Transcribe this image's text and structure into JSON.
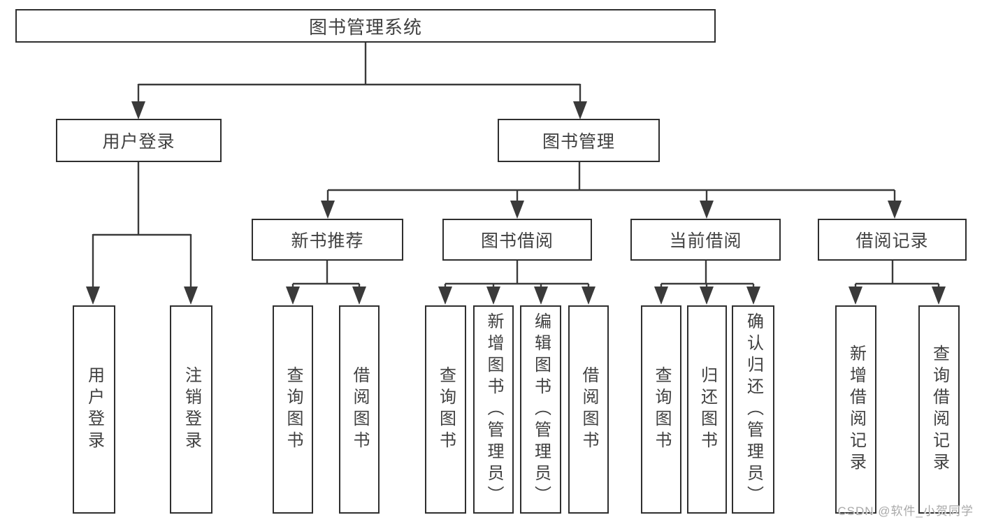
{
  "tree": {
    "label": "图书管理系统",
    "children": [
      {
        "label": "用户登录",
        "children": [
          {
            "label": "用户登录"
          },
          {
            "label": "注销登录"
          }
        ]
      },
      {
        "label": "图书管理",
        "children": [
          {
            "label": "新书推荐",
            "children": [
              {
                "label": "查询图书"
              },
              {
                "label": "借阅图书"
              }
            ]
          },
          {
            "label": "图书借阅",
            "children": [
              {
                "label": "查询图书"
              },
              {
                "label": "新增图书（管理员）"
              },
              {
                "label": "编辑图书（管理员）"
              },
              {
                "label": "借阅图书"
              }
            ]
          },
          {
            "label": "当前借阅",
            "children": [
              {
                "label": "查询图书"
              },
              {
                "label": "归还图书"
              },
              {
                "label": "确认归还（管理员）"
              }
            ]
          },
          {
            "label": "借阅记录",
            "children": [
              {
                "label": "新增借阅记录"
              },
              {
                "label": "查询借阅记录"
              }
            ]
          }
        ]
      }
    ]
  },
  "watermark": "CSDN @软件_小贺同学",
  "colors": {
    "line": "#3a3a3a",
    "border": "#2f2f2f",
    "text": "#404040",
    "watermark": "#a9a9a9",
    "background": "#ffffff"
  }
}
